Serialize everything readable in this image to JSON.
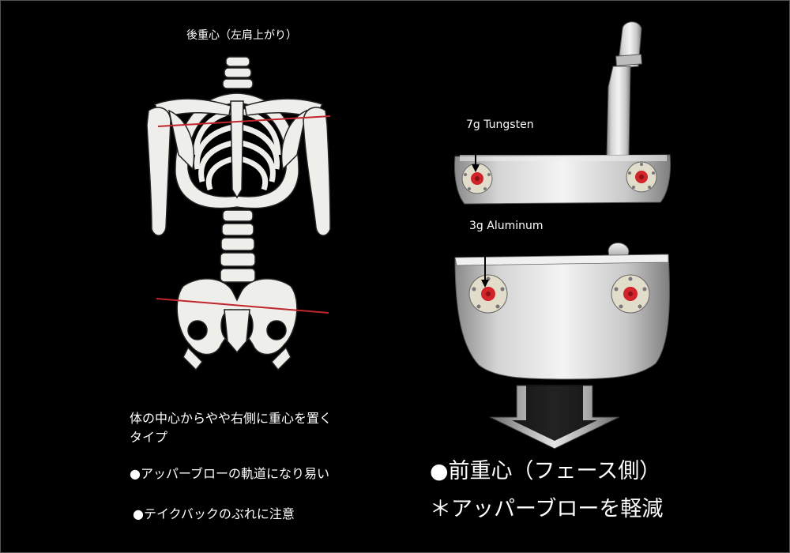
{
  "skeleton": {
    "title": "後重心（左肩上がり）",
    "description_line1": "体の中心からやや右側に重心を置く",
    "description_line2": "タイプ",
    "bullet1": "●アッパーブローの軌道になり易い",
    "bullet2": "●テイクバックのぶれに注意"
  },
  "putter": {
    "blade_weight_label": "7g Tungsten",
    "mallet_weight_label": "3g Aluminum",
    "heading": "●前重心（フェース側）",
    "subheading": "＊アッパーブローを軽減"
  },
  "colors": {
    "background": "#000000",
    "bone": "#eeeeea",
    "line": "#c0262d",
    "weight": "#d2232a"
  }
}
